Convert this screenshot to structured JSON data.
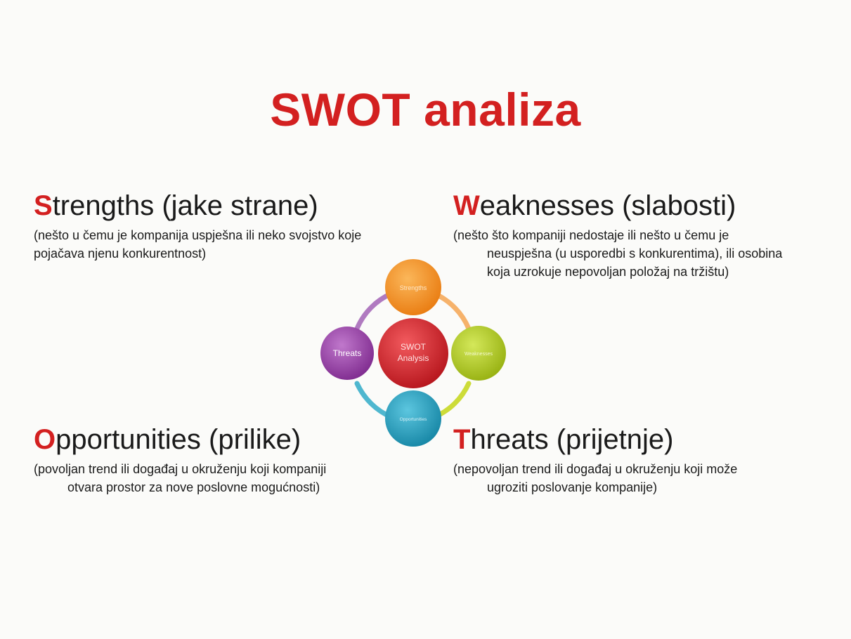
{
  "title": "SWOT analiza",
  "quadrants": {
    "strengths": {
      "initial": "S",
      "rest": "trengths (jake strane)",
      "description": [
        "(nešto u čemu je kompanija uspješna  ili neko svojstvo  koje",
        "pojačava njenu konkurentnost)"
      ]
    },
    "weaknesses": {
      "initial": "W",
      "rest": "eaknesses (slabosti)",
      "description": [
        "(nešto što kompaniji nedostaje ili nešto u čemu je",
        "neuspješna  (u usporedbi s konkurentima),  ili osobina",
        "koja uzrokuje  nepovoljan  položaj na tržištu)"
      ]
    },
    "opportunities": {
      "initial": "O",
      "rest": "pportunities  (prilike)",
      "description": [
        "(povoljan trend ili događaj u okruženju  koji kompaniji",
        "otvara prostor za nove poslovne mogućnosti)"
      ]
    },
    "threats": {
      "initial": "T",
      "rest": "hreats (prijetnje)",
      "description": [
        "(nepovoljan  trend ili događaj u okruženju  koji može",
        "ugroziti  poslovanje kompanije)"
      ]
    }
  },
  "diagram": {
    "center": {
      "label_line1": "SWOT",
      "label_line2": "Analysis",
      "color": "#d8232a"
    },
    "nodes": {
      "top": {
        "label": "Strengths",
        "color": "#f7941d"
      },
      "right": {
        "label": "Weaknesses",
        "color": "#b5cc18"
      },
      "bottom": {
        "label": "Opportunities",
        "color": "#1fa5c4"
      },
      "left": {
        "label": "Threats",
        "color": "#9b3aa8"
      }
    },
    "arc_colors": {
      "top_right": "#f6b26b",
      "right_bottom": "#cddc39",
      "bottom_left": "#4fb7cf",
      "left_top": "#b07ac0"
    }
  }
}
